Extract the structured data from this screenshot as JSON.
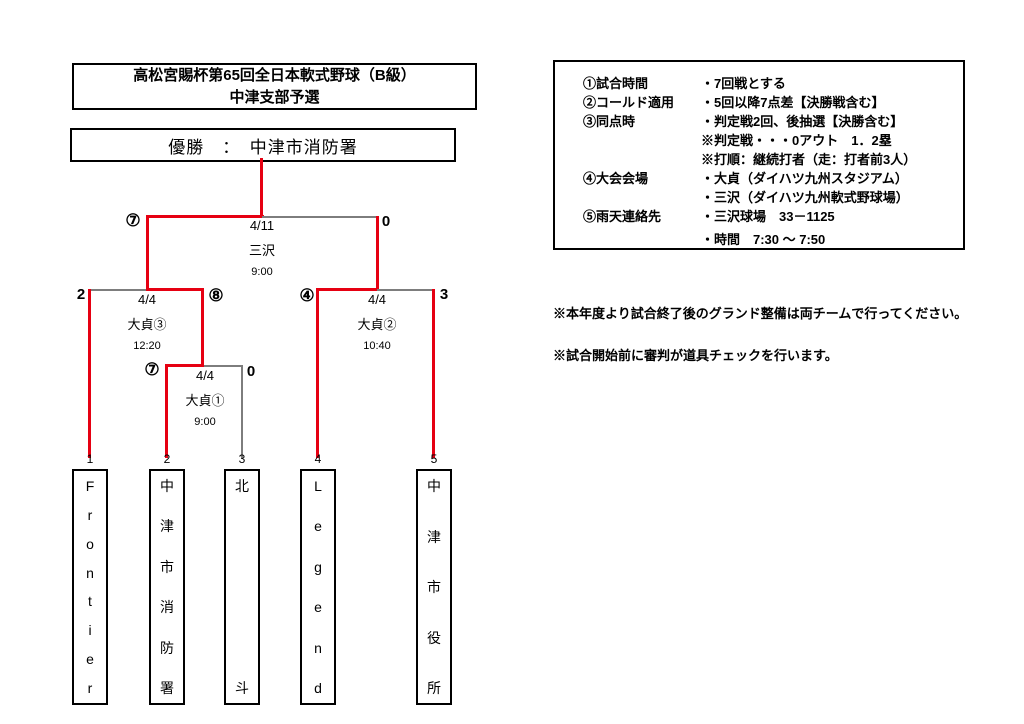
{
  "header": {
    "title_line1": "高松宮賜杯第65回全日本軟式野球（B級）",
    "title_line2": "中津支部予選"
  },
  "champion": {
    "text": "優勝　：　中津市消防署"
  },
  "rules": {
    "rows": [
      {
        "term": "①試合時間",
        "desc": "・7回戦とする"
      },
      {
        "term": "②コールド適用",
        "desc": "・5回以降7点差【決勝戦含む】"
      },
      {
        "term": "③同点時",
        "desc": "・判定戦2回、後抽選【決勝含む】"
      },
      {
        "term": "",
        "desc": "※判定戦・・・0アウト　1．2塁"
      },
      {
        "term": "",
        "desc": "※打順：継続打者（走：打者前3人）"
      },
      {
        "term": "④大会会場",
        "desc": "・大貞（ダイハツ九州スタジアム）"
      },
      {
        "term": "",
        "desc": "・三沢（ダイハツ九州軟式野球場）"
      },
      {
        "term": "⑤雨天連絡先",
        "desc": "・三沢球場　33－1125"
      },
      {
        "term": "",
        "desc": "・時間　7:30 ～ 7:50"
      }
    ]
  },
  "notes": [
    "※本年度より試合終了後のグランド整備は両チームで行ってください。",
    "※試合開始前に審判が道具チェックを行います。"
  ],
  "bracket": {
    "final": {
      "date": "4/11",
      "venue": "三沢",
      "time": "9:00",
      "left_score": "⑦",
      "right_score": "0"
    },
    "semifinal_left": {
      "date": "4/4",
      "venue": "大貞③",
      "time": "12:20",
      "left_score": "2",
      "right_score": "⑧"
    },
    "round1": {
      "date": "4/4",
      "venue": "大貞①",
      "time": "9:00",
      "left_score": "⑦",
      "right_score": "0"
    },
    "semifinal_right": {
      "date": "4/4",
      "venue": "大貞②",
      "time": "10:40",
      "left_score": "④",
      "right_score": "3"
    }
  },
  "teams": [
    {
      "seed": "1",
      "name": "Frontier"
    },
    {
      "seed": "2",
      "name": "中津市消防署"
    },
    {
      "seed": "3",
      "name": "北斗"
    },
    {
      "seed": "4",
      "name": "Legend"
    },
    {
      "seed": "5",
      "name": "中津市役所"
    }
  ],
  "colors": {
    "winner_path": "#e60012",
    "bracket_line": "#7d7d7d",
    "text": "#000000",
    "background": "#ffffff"
  }
}
